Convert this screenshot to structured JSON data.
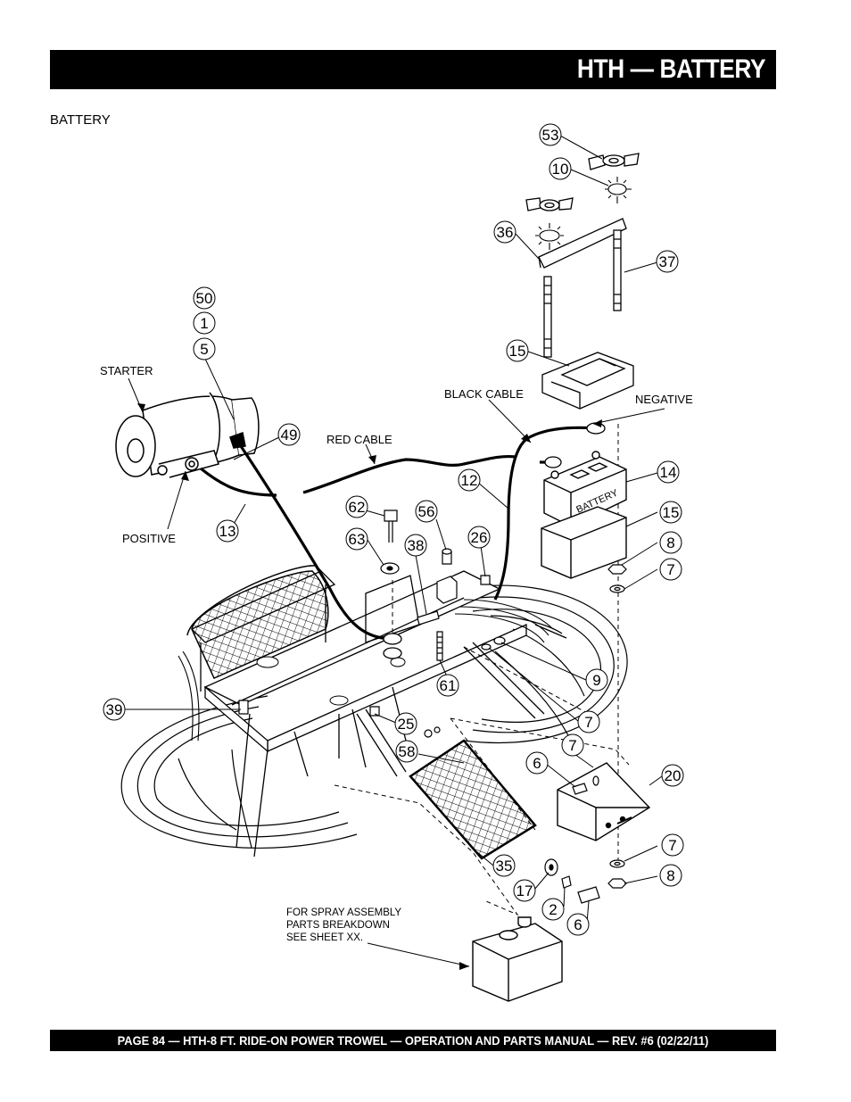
{
  "header": {
    "title": "HTH — BATTERY"
  },
  "section": {
    "label": "BATTERY"
  },
  "labels": {
    "starter": "STARTER",
    "positive": "POSITIVE",
    "red_cable": "RED CABLE",
    "black_cable": "BLACK CABLE",
    "negative": "NEGATIVE",
    "battery_text": "BATTERY",
    "spray_note_1": "FOR SPRAY ASSEMBLY",
    "spray_note_2": "PARTS BREAKDOWN",
    "spray_note_3": "SEE SHEET XX."
  },
  "callouts": {
    "c53": "53",
    "c10": "10",
    "c36": "36",
    "c37": "37",
    "c15a": "15",
    "c50": "50",
    "c1": "1",
    "c5": "5",
    "c49": "49",
    "c13": "13",
    "c12": "12",
    "c14": "14",
    "c15b": "15",
    "c8a": "8",
    "c7a": "7",
    "c62": "62",
    "c56": "56",
    "c26": "26",
    "c63": "63",
    "c38": "38",
    "c61": "61",
    "c9": "9",
    "c7b": "7",
    "c7c": "7",
    "c39": "39",
    "c25": "25",
    "c58": "58",
    "c6a": "6",
    "c20": "20",
    "c7d": "7",
    "c8b": "8",
    "c35": "35",
    "c17": "17",
    "c2": "2",
    "c6b": "6"
  },
  "footer": {
    "text": "PAGE 84 — HTH-8 FT.   RIDE-ON POWER TROWEL — OPERATION AND PARTS MANUAL — REV. #6 (02/22/11)"
  }
}
